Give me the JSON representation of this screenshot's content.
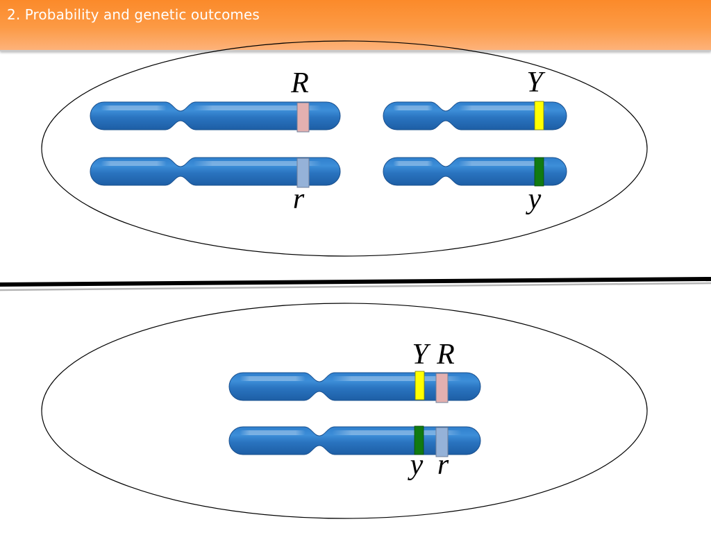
{
  "header": {
    "title": "2.  Probability and genetic outcomes"
  },
  "top_cell": {
    "pair_left": {
      "upper_allele": "R",
      "lower_allele": "r"
    },
    "pair_right": {
      "upper_allele": "Y",
      "lower_allele": "y"
    }
  },
  "bottom_cell": {
    "upper_alleles": [
      "Y",
      "R"
    ],
    "lower_alleles": [
      "y",
      "r"
    ]
  },
  "colors": {
    "header_orange": "#fc9a45",
    "chromosome_blue": "#2a74c0",
    "allele_R": "#e3b0b0",
    "allele_r": "#95b2d8",
    "allele_Y": "#ffff00",
    "allele_y": "#117a11"
  }
}
